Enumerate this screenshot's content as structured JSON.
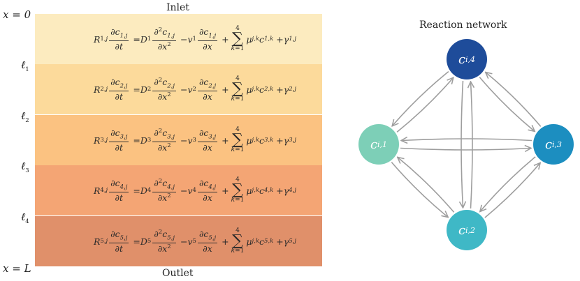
{
  "labels": {
    "inlet": "Inlet",
    "outlet": "Outlet",
    "x0": "x = 0",
    "xL": "x = L",
    "l1": "ℓ",
    "l1_sub": "1",
    "l2": "ℓ",
    "l2_sub": "2",
    "l3": "ℓ",
    "l3_sub": "3",
    "l4": "ℓ",
    "l4_sub": "4"
  },
  "layers": [
    {
      "index": "1",
      "color": "#FCEBBF"
    },
    {
      "index": "2",
      "color": "#FCDA9B"
    },
    {
      "index": "3",
      "color": "#FBC281"
    },
    {
      "index": "4",
      "color": "#F4A574"
    },
    {
      "index": "5",
      "color": "#E0906A"
    }
  ],
  "network": {
    "title": "Reaction network",
    "nodes": [
      {
        "id": "4",
        "label": "c",
        "sub": "i,4",
        "color": "#1E4C9A"
      },
      {
        "id": "1",
        "label": "c",
        "sub": "i,1",
        "color": "#7DCFB7"
      },
      {
        "id": "3",
        "label": "c",
        "sub": "i,3",
        "color": "#1C8EC0"
      },
      {
        "id": "2",
        "label": "c",
        "sub": "i,2",
        "color": "#3FB8C6"
      }
    ],
    "edge_color": "#9E9E9E"
  }
}
